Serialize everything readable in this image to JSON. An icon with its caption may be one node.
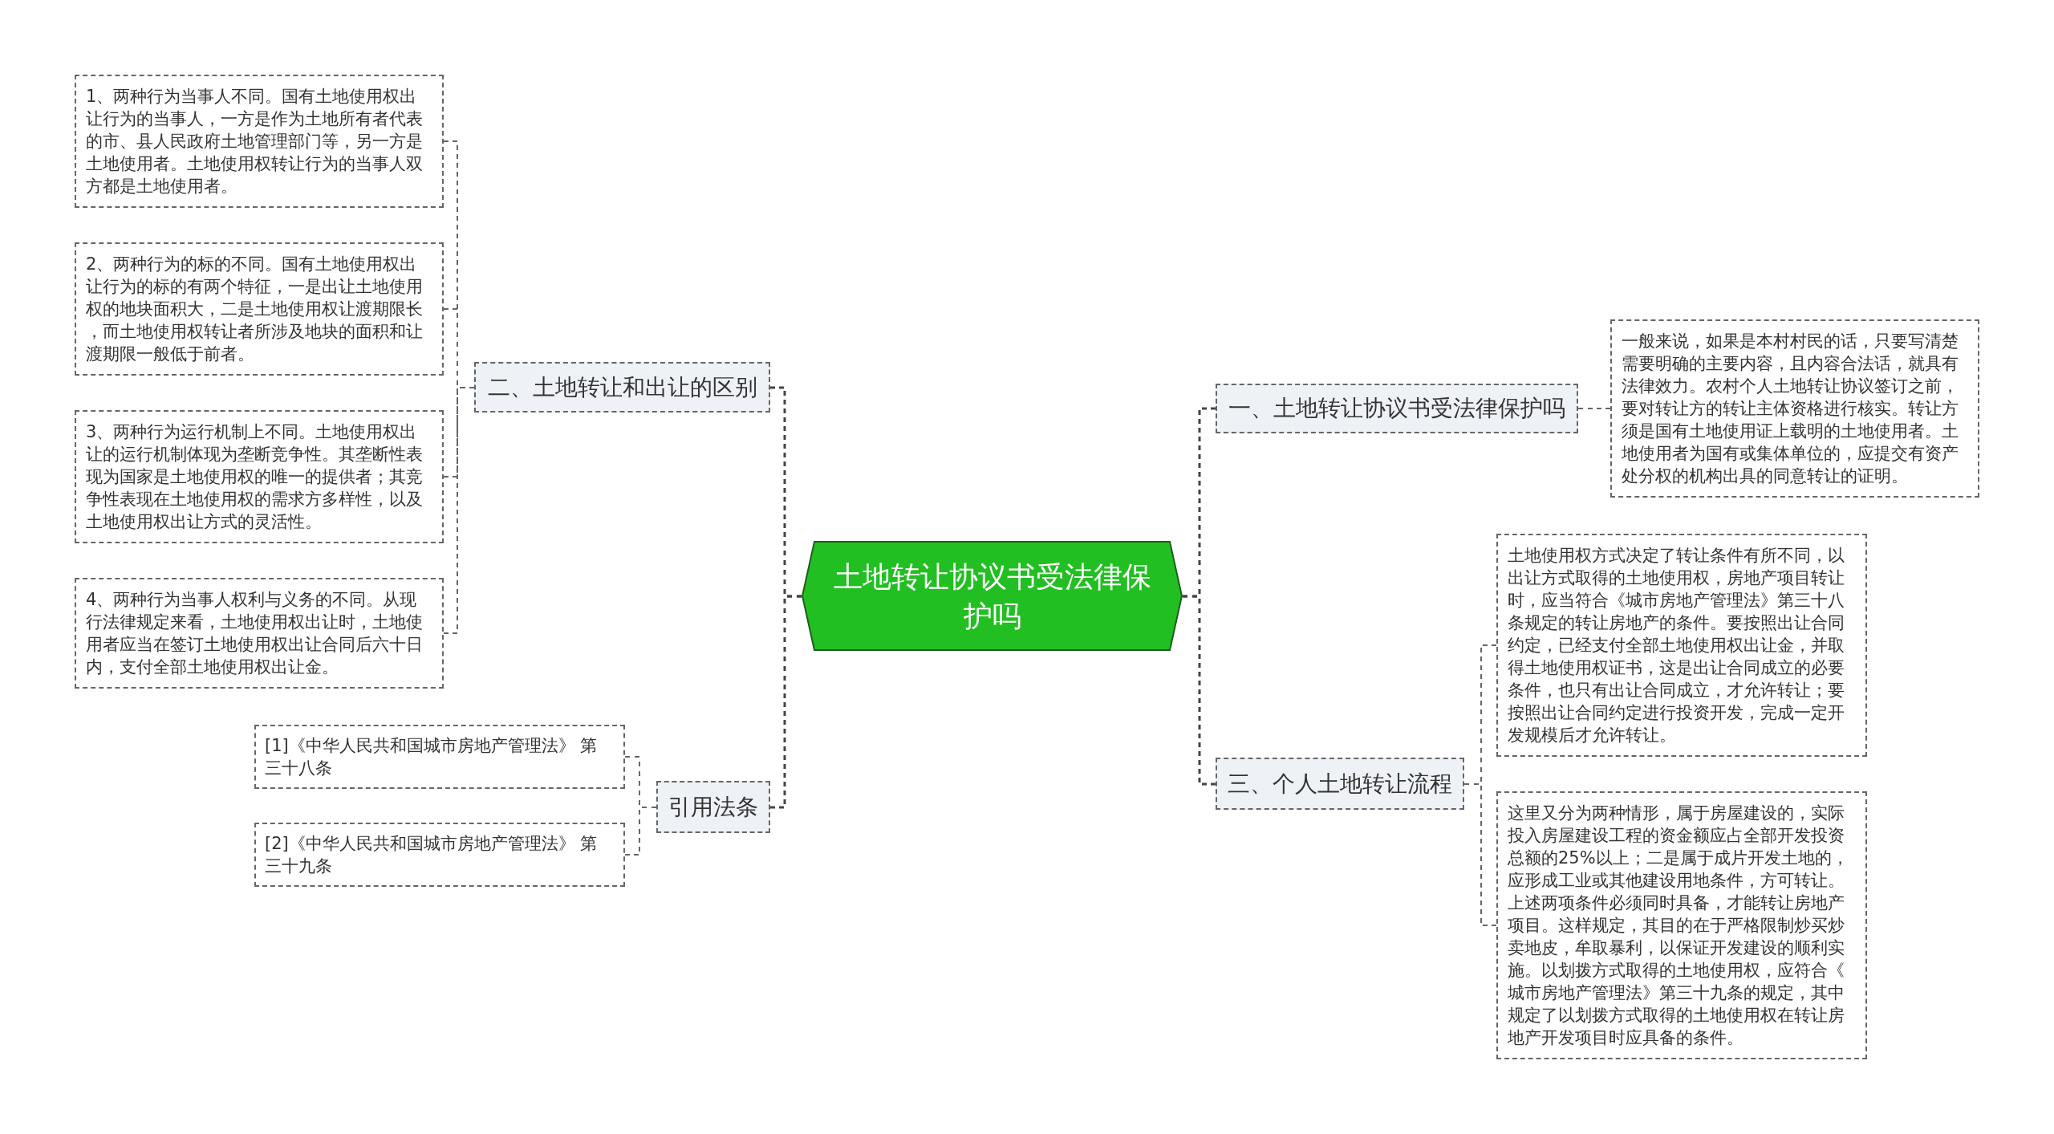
{
  "diagram": {
    "nodes": [
      {
        "text": [
          "土地转让协议书受法律保护吗"
        ]
      },
      {
        "text": [
          "一、土地转让协议书受法律保护吗"
        ]
      },
      {
        "text": [
          "一般来说，如果是本村村民的话，只要写清楚需要明确的主要内容，且内容合法话，就具有法律效力。农村个人土地转让协议签订之前，要对转让方的转让主体资格进行核实。转让方须是国有土地使用证上载明的土地使用者。土地使用者为国有或集体单位的，应提交有资产处分权的机构出具的同意转让的证明。"
        ]
      },
      {
        "text": [
          "二、土地转让和出让的区别"
        ]
      },
      {
        "text": [
          "1、两种行为当事人不同。国有土地使用权出让行为的当事人，一方是作为土地所有者代表的市、县人民政府土地管理部门等，另一方是土地使用者。土地使用权转让行为的当事人双方都是土地使用者。"
        ]
      },
      {
        "text": [
          "2、两种行为的标的不同。国有土地使用权出让行为的标的有两个特征，一是出让土地使用权的地块面积大，二是土地使用权让渡期限长，而土地使用权转让者所涉及地块的面积和让渡期限一般低于前者。"
        ]
      },
      {
        "text": [
          "3、两种行为运行机制上不同。土地使用权出让的运行机制体现为垄断竞争性。其垄断性表现为国家是土地使用权的唯一的提供者；其竞争性表现在土地使用权的需求方多样性，以及土地使用权出让方式的灵活性。"
        ]
      },
      {
        "text": [
          "4、两种行为当事人权利与义务的不同。从现行法律规定来看，土地使用权出让时，土地使用者应当在签订土地使用权出让合同后六十日内，支付全部土地使用权出让金。"
        ]
      },
      {
        "text": [
          "三、个人土地转让流程"
        ]
      },
      {
        "text": [
          "土地使用权方式决定了转让条件有所不同，以出让方式取得的土地使用权，房地产项目转让时，应当符合《城市房地产管理法》第三十八条规定的转让房地产的条件。要按照出让合同约定，已经支付全部土地使用权出让金，并取得土地使用权证书，这是出让合同成立的必要条件，也只有出让合同成立，才允许转让；要按照出让合同约定进行投资开发，完成一定开发规模后才允许转让。"
        ]
      },
      {
        "text": [
          "这里又分为两种情形，属于房屋建设的，实际投入房屋建设工程的资金额应占全部开发投资总额的25%以上；二是属于成片开发土地的，应形成工业或其他建设用地条件，方可转让。上述两项条件必须同时具备，才能转让房地产项目。这样规定，其目的在于严格限制炒买炒卖地皮，牟取暴利，以保证开发建设的顺利实施。以划拨方式取得的土地使用权，应符合《城市房地产管理法》第三十九条的规定，其中规定了以划拨方式取得的土地使用权在转让房地产开发项目时应具备的条件。"
        ]
      },
      {
        "text": [
          "引用法条"
        ]
      },
      {
        "text": [
          "[1]《中华人民共和国城市房地产管理法》 第三十八条"
        ]
      },
      {
        "text": [
          "[2]《中华人民共和国城市房地产管理法》 第三十九条"
        ]
      }
    ],
    "edges": [
      {
        "from": 0,
        "to": 1,
        "arrow": "none",
        "style": "dashed"
      },
      {
        "from": 1,
        "to": 2,
        "arrow": "none",
        "style": "dashed"
      },
      {
        "from": 0,
        "to": 3,
        "arrow": "none",
        "style": "dashed"
      },
      {
        "from": 3,
        "to": 4,
        "arrow": "none",
        "style": "dashed"
      },
      {
        "from": 3,
        "to": 5,
        "arrow": "none",
        "style": "dashed"
      },
      {
        "from": 3,
        "to": 6,
        "arrow": "none",
        "style": "dashed"
      },
      {
        "from": 3,
        "to": 7,
        "arrow": "none",
        "style": "dashed"
      },
      {
        "from": 0,
        "to": 8,
        "arrow": "none",
        "style": "dashed"
      },
      {
        "from": 8,
        "to": 9,
        "arrow": "none",
        "style": "dashed"
      },
      {
        "from": 8,
        "to": 10,
        "arrow": "none",
        "style": "dashed"
      },
      {
        "from": 0,
        "to": 11,
        "arrow": "none",
        "style": "dashed"
      },
      {
        "from": 11,
        "to": 12,
        "arrow": "none",
        "style": "dashed"
      },
      {
        "from": 11,
        "to": 13,
        "arrow": "none",
        "style": "dashed"
      }
    ]
  }
}
